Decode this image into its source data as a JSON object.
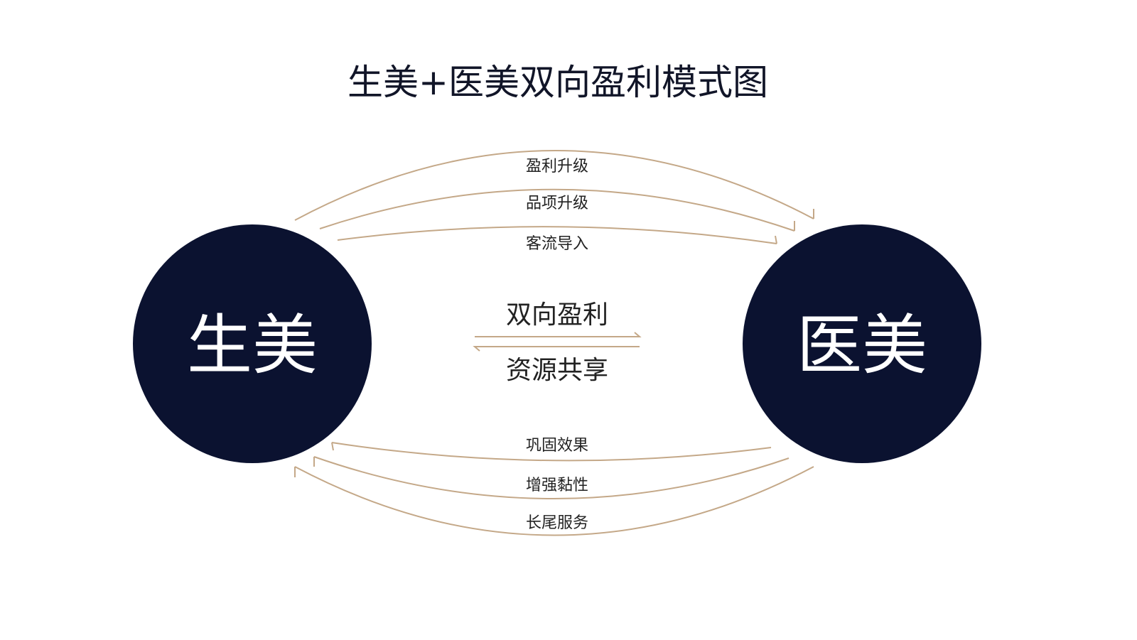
{
  "title": "生美+医美双向盈利模式图",
  "left_node": {
    "label": "生美"
  },
  "right_node": {
    "label": "医美"
  },
  "top_flows": [
    {
      "label": "盈利升级"
    },
    {
      "label": "品项升级"
    },
    {
      "label": "客流导入"
    }
  ],
  "bottom_flows": [
    {
      "label": "巩固效果"
    },
    {
      "label": "增强黏性"
    },
    {
      "label": "长尾服务"
    }
  ],
  "center": {
    "top_label": "双向盈利",
    "bottom_label": "资源共享"
  },
  "colors": {
    "node": "#0b1230",
    "arrow": "#c4a888",
    "text": "#222222"
  }
}
